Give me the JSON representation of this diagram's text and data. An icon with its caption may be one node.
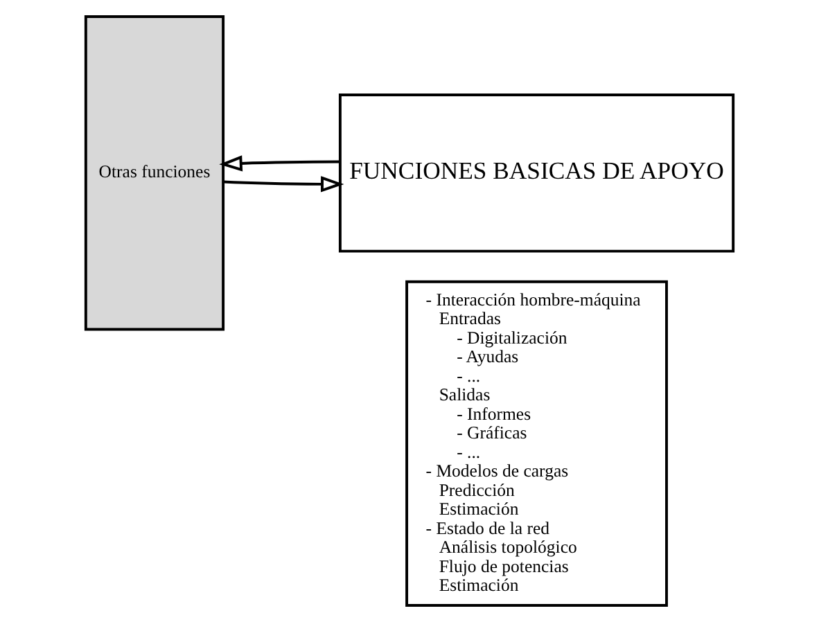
{
  "diagram": {
    "nodes": [
      {
        "text": [
          "Otras funciones"
        ]
      },
      {
        "text": [
          "FUNCIONES BASICAS DE APOYO"
        ]
      },
      {
        "text": [
          "- Interacción hombre-máquina",
          "Entradas",
          "- Digitalización",
          "- Ayudas",
          "- ...",
          "Salidas",
          "- Informes",
          "- Gráficas",
          "- ...",
          "- Modelos de cargas",
          "Predicción",
          "Estimación",
          "- Estado de la red",
          "Análisis topológico",
          "Flujo de potencias",
          "Estimación"
        ]
      }
    ],
    "edges": [
      {
        "from": 0,
        "to": 1,
        "arrow": "to"
      },
      {
        "from": 1,
        "to": 0,
        "arrow": "to"
      }
    ]
  }
}
